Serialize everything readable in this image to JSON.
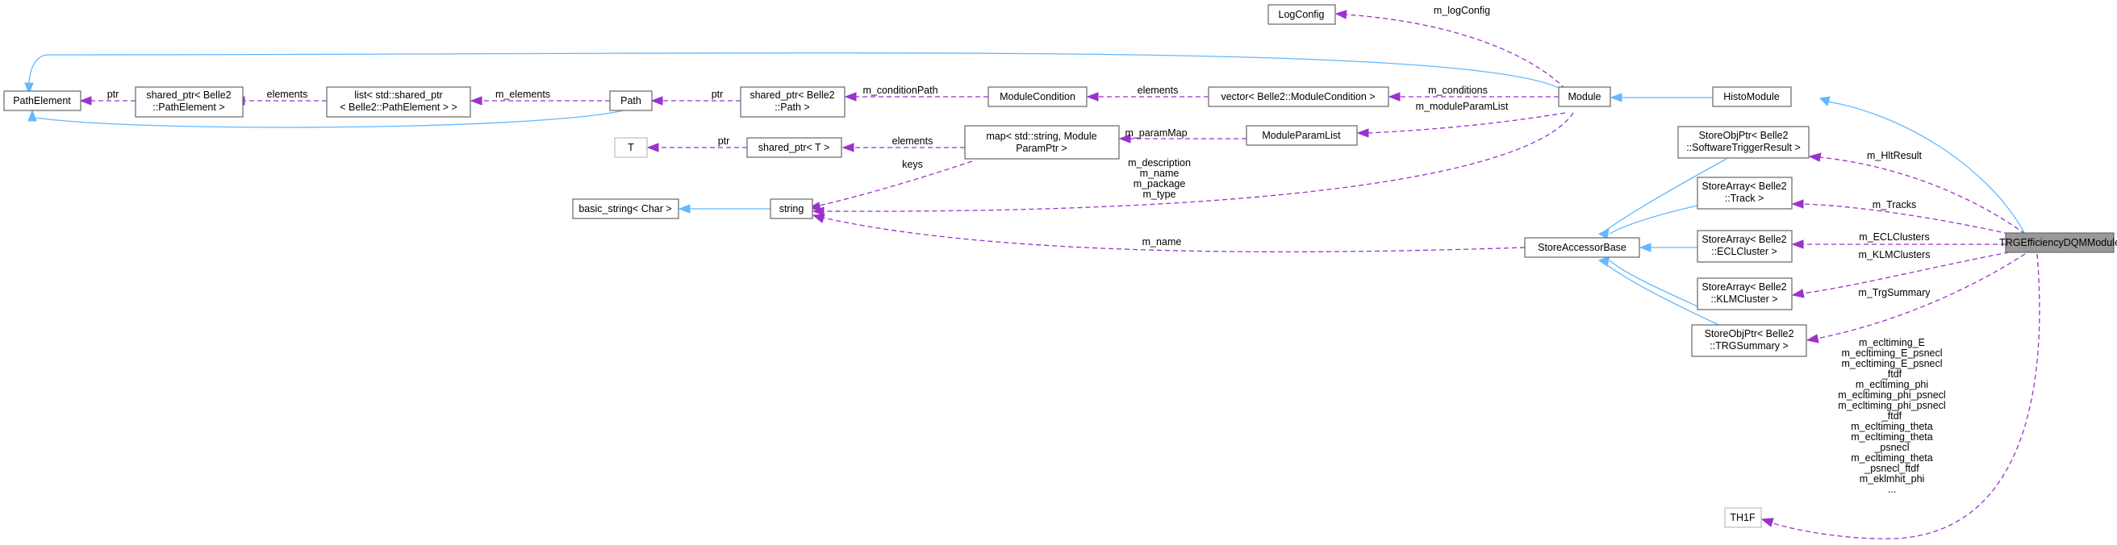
{
  "nodes": {
    "path_element": "PathElement",
    "sp_pathelement": [
      "shared_ptr< Belle2",
      "::PathElement >"
    ],
    "list_sp": [
      "list< std::shared_ptr",
      "< Belle2::PathElement > >"
    ],
    "path": "Path",
    "sp_path": [
      "shared_ptr< Belle2",
      "::Path >"
    ],
    "module_condition": "ModuleCondition",
    "vector_mc": "vector< Belle2::ModuleCondition >",
    "module": "Module",
    "histo_module": "HistoModule",
    "log_config": "LogConfig",
    "t": "T",
    "sp_t": "shared_ptr< T >",
    "map_param": [
      "map< std::string, Module",
      "ParamPtr >"
    ],
    "module_param_list": "ModuleParamList",
    "basic_string": "basic_string< Char >",
    "string": "string",
    "store_accessor_base": "StoreAccessorBase",
    "so_swtrigger": [
      "StoreObjPtr< Belle2",
      "::SoftwareTriggerResult >"
    ],
    "sa_track": [
      "StoreArray< Belle2",
      "::Track >"
    ],
    "sa_ecl": [
      "StoreArray< Belle2",
      "::ECLCluster >"
    ],
    "sa_klm": [
      "StoreArray< Belle2",
      "::KLMCluster >"
    ],
    "so_trg": [
      "StoreObjPtr< Belle2",
      "::TRGSummary >"
    ],
    "th1f": "TH1F",
    "trg_eff": "TRGEfficiencyDQMModule"
  },
  "edge_labels": {
    "ptr_pe": "ptr",
    "elements_list": "elements",
    "m_elements": "m_elements",
    "ptr_path": "ptr",
    "m_condition_path": "m_conditionPath",
    "elements_vec": "elements",
    "m_conditions": "m_conditions",
    "m_log_config": "m_logConfig",
    "ptr_t": "ptr",
    "elements_map": "elements",
    "m_param_map": "m_paramMap",
    "m_module_param_list": "m_moduleParamList",
    "keys": "keys",
    "module_strings": [
      "m_description",
      "m_name",
      "m_package",
      "m_type"
    ],
    "m_name_sab": "m_name",
    "m_hlt_result": "m_HltResult",
    "m_tracks": "m_Tracks",
    "m_ecl_clusters": "m_ECLClusters",
    "m_klm_clusters": "m_KLMClusters",
    "m_trg_summary": "m_TrgSummary",
    "th1f_members": [
      "m_ecltiming_E",
      "m_ecltiming_E_psnecl",
      "m_ecltiming_E_psnecl",
      "_ftdf",
      "m_ecltiming_phi",
      "m_ecltiming_phi_psnecl",
      "m_ecltiming_phi_psnecl",
      "_ftdf",
      "m_ecltiming_theta",
      "m_ecltiming_theta",
      "_psnecl",
      "m_ecltiming_theta",
      "_psnecl_ftdf",
      "m_eklmhit_phi",
      "..."
    ]
  },
  "colors": {
    "inheritance": "#63b8ff",
    "usage": "#9a32cd",
    "node_border": "#666666",
    "focus_fill": "#999999"
  }
}
